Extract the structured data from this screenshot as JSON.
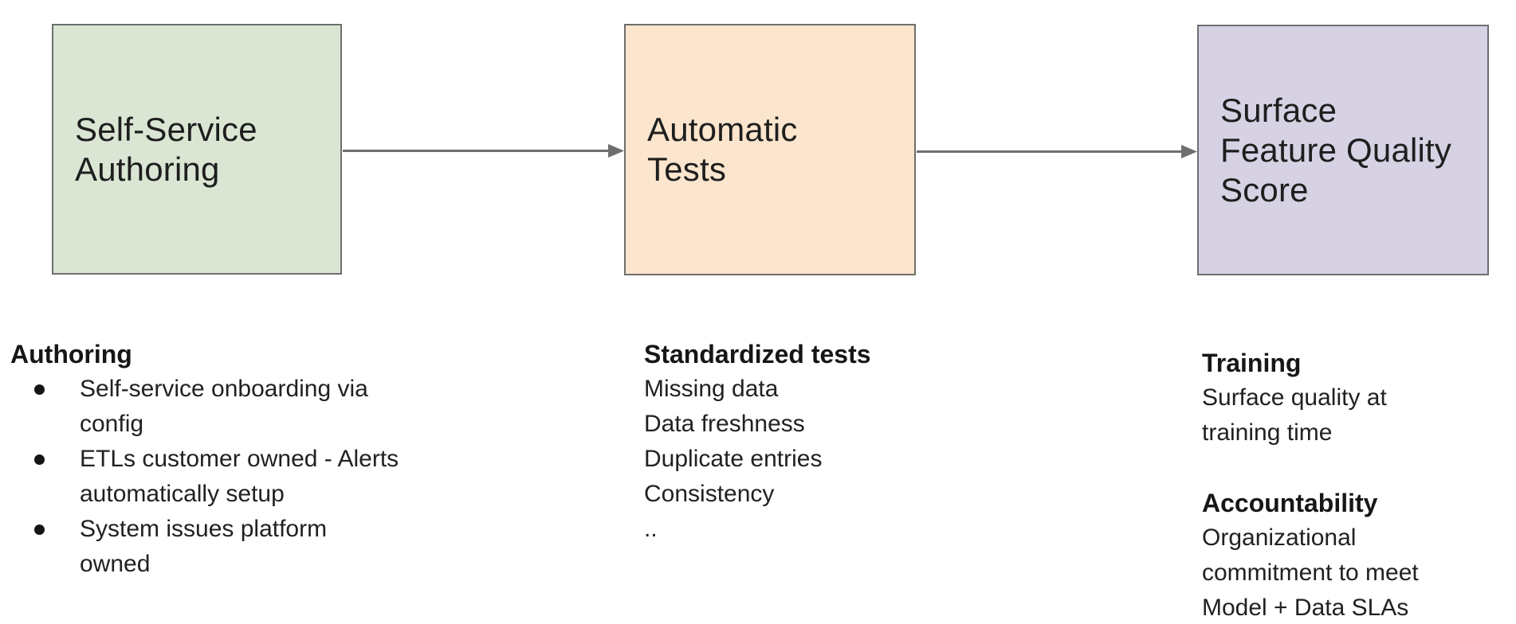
{
  "boxes": [
    {
      "name": "self-service-authoring",
      "label": "Self-Service\nAuthoring",
      "fill": "#dae6d3"
    },
    {
      "name": "automatic-tests",
      "label": "Automatic\nTests",
      "fill": "#fce5cd"
    },
    {
      "name": "surface-feature-quality-score",
      "label": "Surface\nFeature Quality\nScore",
      "fill": "#d6d1e3"
    }
  ],
  "sections": {
    "authoring": {
      "heading": "Authoring",
      "bullets": [
        "Self-service onboarding via\nconfig",
        "ETLs customer owned - Alerts\nautomatically setup",
        "System issues platform\nowned"
      ]
    },
    "tests": {
      "heading": "Standardized tests",
      "items": [
        "Missing data",
        "Data freshness",
        "Duplicate entries",
        "Consistency",
        ".."
      ]
    },
    "right": {
      "training_heading": "Training",
      "training_body": "Surface quality at\ntraining time",
      "accountability_heading": "Accountability",
      "accountability_body": "Organizational\ncommitment to meet\nModel + Data SLAs"
    }
  },
  "colors": {
    "box_green": "#dae6d3",
    "box_peach": "#fce5cd",
    "box_purple": "#d6d1e3",
    "box_border": "#6e6e6e",
    "arrow": "#6e6e6e",
    "text": "#202020"
  }
}
